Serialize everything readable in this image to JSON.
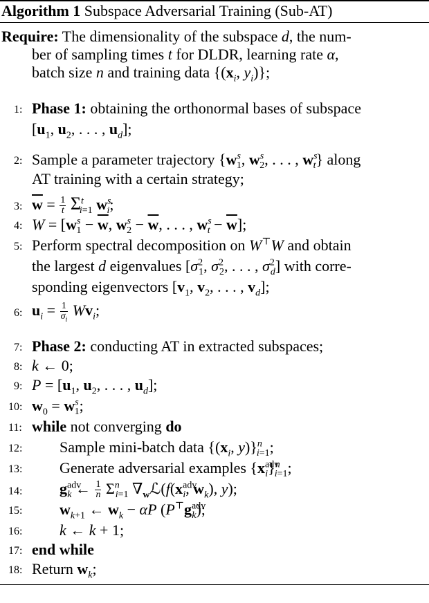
{
  "algorithm": {
    "label": "Algorithm 1",
    "title": "Subspace Adversarial Training (Sub-AT)",
    "require_label": "Require:",
    "require_text": [
      "The dimensionality of the subspace d, the num-",
      "ber of sampling times t for DLDR, learning rate α,",
      "batch size n and training data {(xᵢ, yᵢ)};"
    ],
    "lines": [
      {
        "num": "1:",
        "text": "Phase 1: obtaining the orthonormal bases of subspace [u₁, u₂, ..., u_d];"
      },
      {
        "num": "2:",
        "text": "Sample a parameter trajectory {w₁ˢ, w₂ˢ, ..., wₜˢ} along AT training with a certain strategy;"
      },
      {
        "num": "3:",
        "text": "w̄ = 1/t Σᵢ₌₁ᵗ wᵢˢ;"
      },
      {
        "num": "4:",
        "text": "W = [w₁ˢ − w̄, w₂ˢ − w̄, ..., wₜˢ − w̄];"
      },
      {
        "num": "5:",
        "text": "Perform spectral decomposition on WᵀW and obtain the largest d eigenvalues [σ₁², σ₂², ..., σ_d²] with corresponding eigenvectors [v₁, v₂, ..., v_d];"
      },
      {
        "num": "6:",
        "text": "uᵢ = 1/σᵢ W vᵢ;"
      },
      {
        "num": "7:",
        "text": "Phase 2: conducting AT in extracted subspaces;"
      },
      {
        "num": "8:",
        "text": "k ← 0;"
      },
      {
        "num": "9:",
        "text": "P = [u₁, u₂, ..., u_d];"
      },
      {
        "num": "10:",
        "text": "w₀ = w₁ˢ;"
      },
      {
        "num": "11:",
        "text": "while not converging do"
      },
      {
        "num": "12:",
        "text": "Sample mini-batch data {(xᵢ, y)}ᵢ₌₁ⁿ;"
      },
      {
        "num": "13:",
        "text": "Generate adversarial examples {xᵢᵃᵈᵛ}ᵢ₌₁ⁿ;"
      },
      {
        "num": "14:",
        "text": "g_kᵃᵈᵛ ← 1/n Σᵢ₌₁ⁿ ∇w ℒ(f(xᵢᵃᵈᵛ, w_k), y);"
      },
      {
        "num": "15:",
        "text": "w_{k+1} ← w_k − αP (Pᵀ g_kᵃᵈᵛ);"
      },
      {
        "num": "16:",
        "text": "k ← k + 1;"
      },
      {
        "num": "17:",
        "text": "end while"
      },
      {
        "num": "18:",
        "text": "Return w_k;"
      }
    ]
  }
}
